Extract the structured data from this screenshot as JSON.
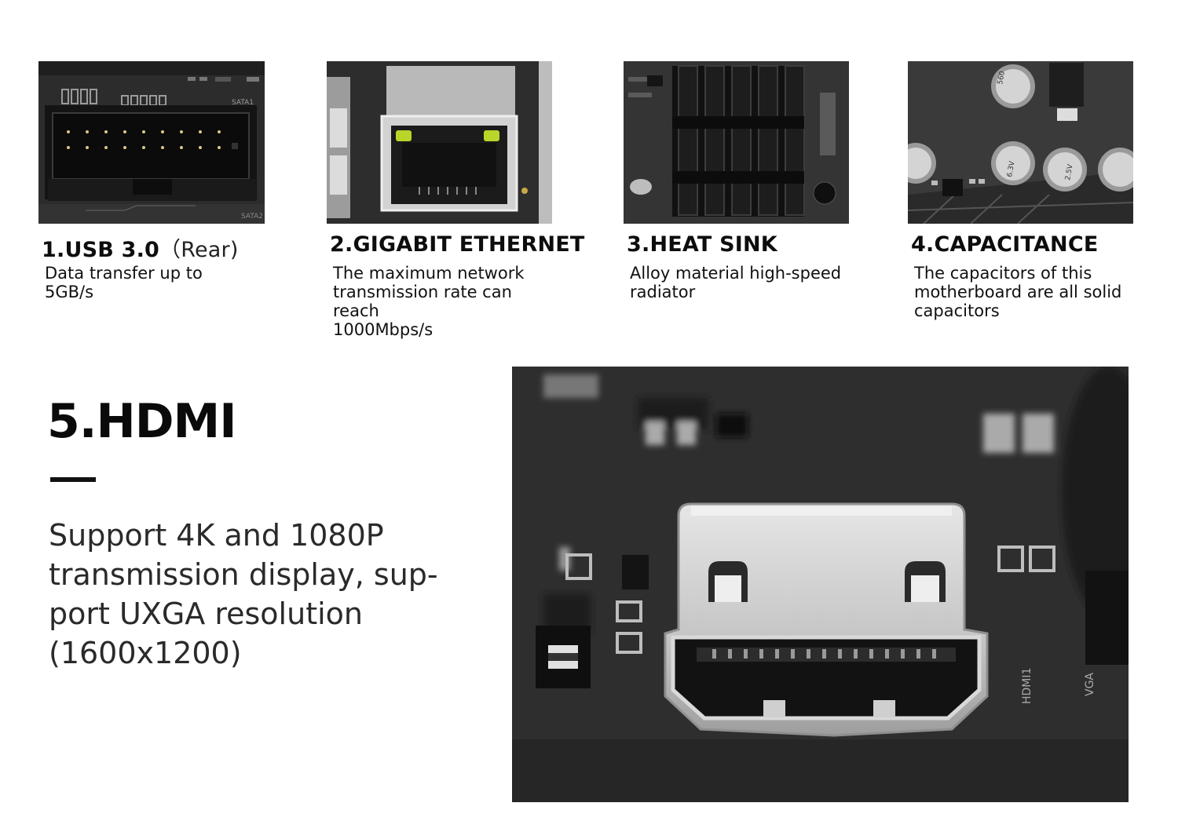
{
  "features": [
    {
      "title": "1.USB 3.0",
      "title_note": "（Rear)",
      "desc": "Data transfer up to\n5GB/s",
      "image": "usb-header-photo"
    },
    {
      "title": "2.GIGABIT ETHERNET",
      "title_note": "",
      "desc": "The maximum network\ntransmission rate can reach\n1000Mbps/s",
      "image": "ethernet-port-photo"
    },
    {
      "title": "3.HEAT SINK",
      "title_note": "",
      "desc": "Alloy material high-speed\nradiator",
      "image": "heat-sink-photo"
    },
    {
      "title": "4.CAPACITANCE",
      "title_note": "",
      "desc": "The capacitors of this\nmotherboard are all solid\ncapacitors",
      "image": "capacitors-photo"
    }
  ],
  "board_labels": {
    "sata1": "SATA1",
    "sata2": "SATA2",
    "cap_a": "560",
    "cap_b": "6.3V",
    "cap_c": "2.5V",
    "hdmi_silk": "HDMI1",
    "vga_silk": "VGA"
  },
  "hdmi": {
    "title": "5.HDMI",
    "desc": "Support 4K and 1080P\ntransmission display, sup-\nport UXGA resolution\n(1600x1200)",
    "image": "hdmi-port-photo"
  },
  "colors": {
    "board": "#2b2b2b",
    "metal": "#cfcfcf",
    "led": "#b8d62a",
    "text": "#111111"
  }
}
